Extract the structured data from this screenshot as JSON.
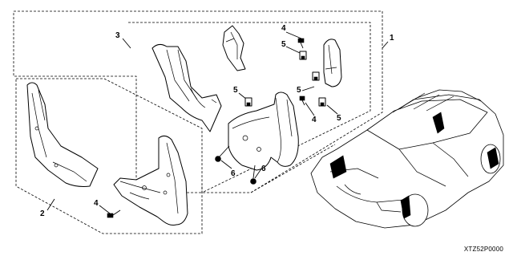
{
  "callouts": {
    "c1": "1",
    "c2": "2",
    "c3": "3",
    "c4a": "4",
    "c4b": "4",
    "c4c": "4",
    "c5a": "5",
    "c5b": "5",
    "c5c": "5",
    "c5d": "5",
    "c6a": "6",
    "c6b": "6"
  },
  "diagram_code": "XTZ52P0000",
  "colors": {
    "ink": "#000000",
    "paper": "#ffffff"
  }
}
